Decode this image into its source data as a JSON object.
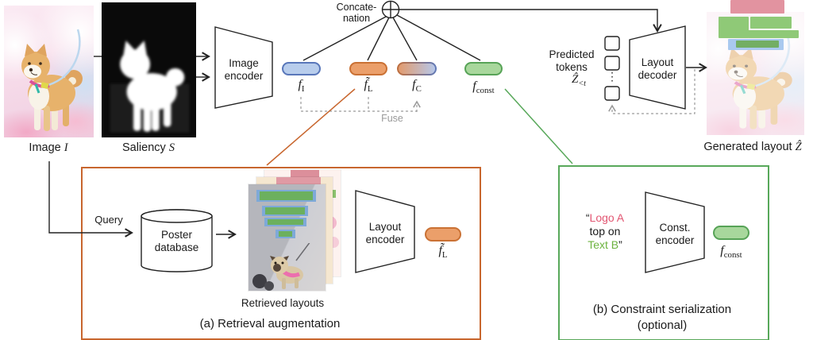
{
  "figure": {
    "input": {
      "label": "Image",
      "var": "I"
    },
    "saliency": {
      "label": "Saliency",
      "var": "S"
    },
    "image_encoder": "Image encoder",
    "concatenation": {
      "line1": "Concate-",
      "line2": "nation"
    },
    "features": {
      "f_image": {
        "symbol": "f",
        "sub": "I"
      },
      "f_layout": {
        "symbol": "f̃",
        "sub": "L"
      },
      "f_concat": {
        "symbol": "f",
        "sub": "C"
      },
      "f_const": {
        "symbol": "f",
        "sub": "const"
      }
    },
    "fuse": "Fuse",
    "predicted_tokens": {
      "line1": "Predicted",
      "line2": "tokens",
      "symbol": "Ẑ",
      "sub": "<t"
    },
    "layout_decoder": "Layout decoder",
    "generated": {
      "label": "Generated layout",
      "var": "Ẑ"
    }
  },
  "box_a": {
    "query": "Query",
    "database": "Poster database",
    "retrieved": "Retrieved layouts",
    "layout_encoder": "Layout encoder",
    "feature": {
      "symbol": "f̃",
      "sub": "L"
    },
    "caption": "(a) Retrieval augmentation"
  },
  "box_b": {
    "quote_open": "“",
    "constraint_line1": "Logo A",
    "constraint_line2": "top on",
    "constraint_line3": "Text B",
    "quote_close": "”",
    "const_encoder": "Const. encoder",
    "feature": {
      "symbol": "f",
      "sub": "const"
    },
    "caption_line1": "(b) Constraint serialization",
    "caption_line2": "(optional)"
  },
  "icons": {
    "vertical_ellipsis": "⋮",
    "concatenation_symbol": "circle-plus"
  },
  "colors": {
    "f_image_fill": "#b8cdec",
    "f_image_border": "#5977ba",
    "f_layout_fill": "#eb9f6a",
    "f_layout_border": "#ca7134",
    "f_concat_left": "#e29b6e",
    "f_concat_right": "#b6c7e9",
    "f_const_fill": "#a8d79c",
    "f_const_border": "#57a357",
    "box_a_border": "#c8662e",
    "box_b_border": "#58a85a",
    "logo_a_text": "#e25672",
    "text_b_text": "#6cb33f",
    "overlay_pink": "#e293a0",
    "overlay_green": "#8fc977",
    "overlay_blue": "#a9c9ef"
  }
}
